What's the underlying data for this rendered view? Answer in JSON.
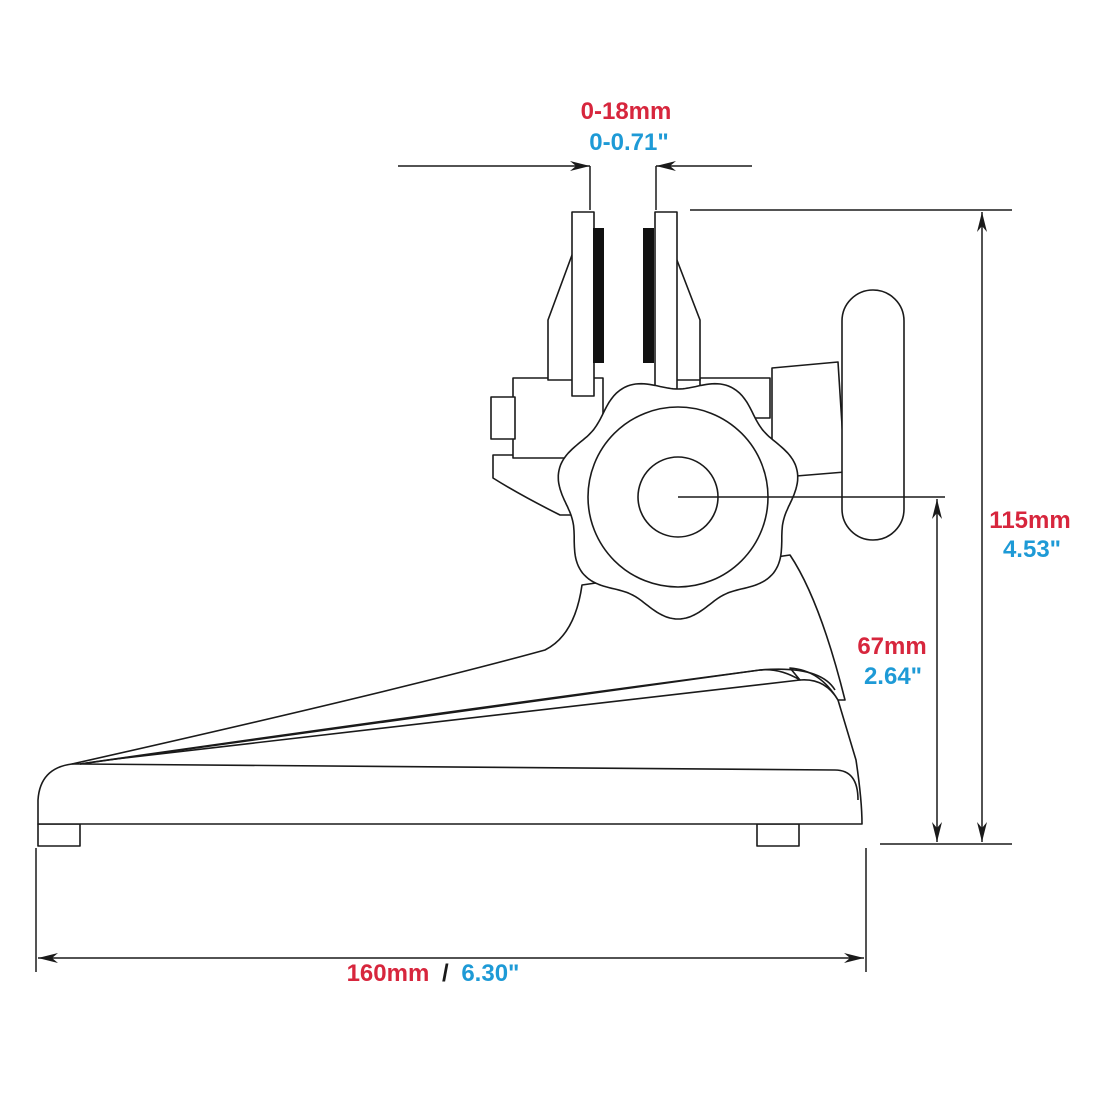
{
  "colors": {
    "metric": "#d7263d",
    "imperial": "#1e9ad6",
    "outline": "#1a1a1a",
    "background": "#ffffff"
  },
  "dimensions": {
    "jaw_opening": {
      "metric": "0-18mm",
      "imperial": "0-0.71\""
    },
    "total_height": {
      "metric": "115mm",
      "imperial": "4.53\""
    },
    "axis_height": {
      "metric": "67mm",
      "imperial": "2.64\""
    },
    "base_length": {
      "metric": "160mm",
      "separator": "/",
      "imperial": "6.30\""
    }
  }
}
